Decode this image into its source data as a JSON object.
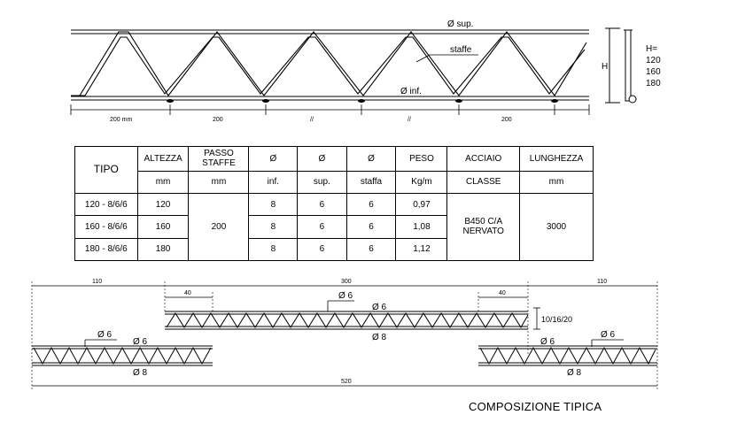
{
  "top_drawing": {
    "labels": {
      "top_chord": "Ø sup.",
      "stirrups": "staffe",
      "bottom_chord": "Ø inf.",
      "height_symbol": "H",
      "height_prefix": "H=",
      "heights": [
        "120",
        "160",
        "180"
      ]
    },
    "dimensions": [
      "200 mm",
      "200",
      "//",
      "//",
      "200"
    ]
  },
  "table": {
    "headers": {
      "tipo": "TIPO",
      "altezza": "ALTEZZA",
      "passo": "PASSO",
      "staffe": "STAFFE",
      "phi": "Ø",
      "inf": "inf.",
      "sup": "sup.",
      "staffa": "staffa",
      "peso": "PESO",
      "kgm": "Kg/m",
      "acciaio": "ACCIAIO",
      "classe": "CLASSE",
      "lunghezza": "LUNGHEZZA",
      "mm": "mm"
    },
    "rows": [
      {
        "tipo": "120 - 8/6/6",
        "altezza": "120",
        "inf": "8",
        "sup": "6",
        "staffa": "6",
        "peso": "0,97"
      },
      {
        "tipo": "160 - 8/6/6",
        "altezza": "160",
        "inf": "8",
        "sup": "6",
        "staffa": "6",
        "peso": "1,08"
      },
      {
        "tipo": "180 - 8/6/6",
        "altezza": "180",
        "inf": "8",
        "sup": "6",
        "staffa": "6",
        "peso": "1,12"
      }
    ],
    "passo_value": "200",
    "acciaio_value_1": "B450 C/A",
    "acciaio_value_2": "NERVATO",
    "lunghezza_value": "3000"
  },
  "bottom_drawing": {
    "dimensions": {
      "left_overhang": "110",
      "middle": "300",
      "right_overhang": "110",
      "overlap_left": "40",
      "overlap_right": "40",
      "total": "520",
      "height_range": "10/16/20"
    },
    "labels": {
      "phi6_top": "Ø 6",
      "phi6_mid": "Ø 6",
      "phi8_mid": "Ø 8",
      "phi6_left_top": "Ø 6",
      "phi6_left_bot": "Ø 6",
      "phi8_left": "Ø 8",
      "phi6_right_top": "Ø 6",
      "phi6_right_bot": "Ø 6",
      "phi8_right": "Ø 8"
    },
    "caption": "COMPOSIZIONE TIPICA"
  }
}
